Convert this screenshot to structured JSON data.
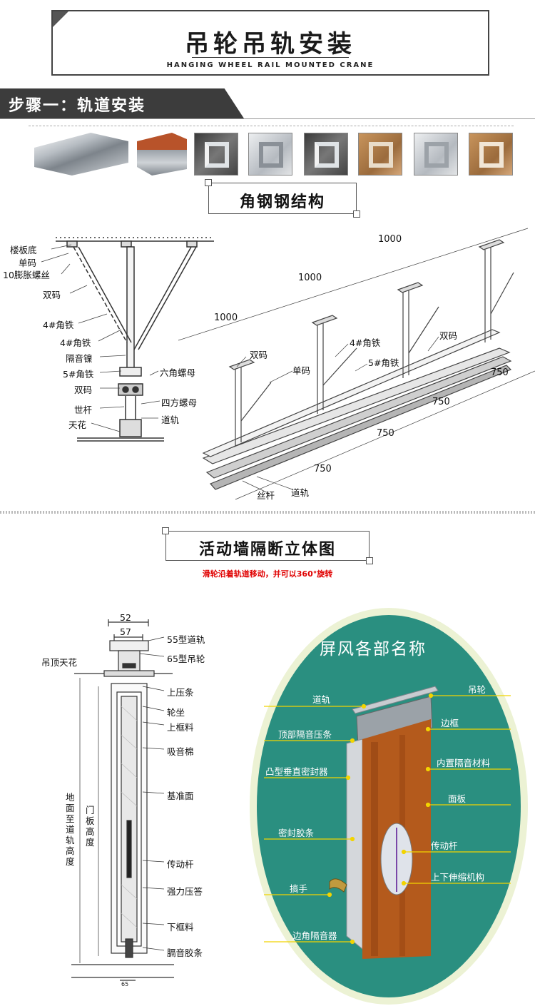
{
  "header": {
    "title": "吊轮吊轨安装",
    "subtitle": "HANGING WHEEL RAIL MOUNTED CRANE"
  },
  "step1": {
    "label": "步骤一：轨道安装"
  },
  "thumbnails": [
    "metal-rail-photo",
    "wood-rail-photo",
    "profile-photo",
    "profile-photo",
    "profile-photo",
    "profile-photo",
    "profile-photo",
    "profile-photo"
  ],
  "section_angle_steel": {
    "title": "角钢钢结构"
  },
  "left_diagram_labels": [
    "楼板底",
    "单码",
    "10膨胀螺丝",
    "双码",
    "4#角铁",
    "4#角铁",
    "隔音镍",
    "5#角铁",
    "双码",
    "世杆",
    "天花",
    "六角螺母",
    "四方螺母",
    "道轨"
  ],
  "right_diagram": {
    "spacing_top": [
      "1000",
      "1000",
      "1000"
    ],
    "spacing_bottom": [
      "750",
      "750",
      "750",
      "750"
    ],
    "labels": [
      "双码",
      "单码",
      "4#角铁",
      "5#角铁",
      "双码",
      "丝杆",
      "道轨"
    ]
  },
  "section_partition": {
    "title": "活动墙隔断立体图",
    "note": "滑轮沿着轨道移动，并可以360°旋转"
  },
  "cross_section": {
    "dims": [
      "52",
      "57",
      "65"
    ],
    "left_labels": [
      "吊顶天花",
      "门板高度",
      "地面至道轨高度"
    ],
    "right_labels": [
      "55型道轨",
      "65型吊轮",
      "上压条",
      "轮坐",
      "上框料",
      "吸音棉",
      "基准面",
      "传动杆",
      "强力压答",
      "下框料",
      "膈音胶条"
    ]
  },
  "screen_panel": {
    "title": "屏风各部名称",
    "left_labels": [
      "道轨",
      "顶部隔音压条",
      "凸型垂直密封器",
      "密封胶条",
      "搞手",
      "边角隔音器"
    ],
    "right_labels": [
      "吊轮",
      "边框",
      "内置隔音材料",
      "面板",
      "传动杆",
      "上下伸缩机构"
    ],
    "colors": {
      "panel_bg": "#2a8f80",
      "label_line": "#f2d400",
      "wood": "#b45a1c"
    }
  }
}
